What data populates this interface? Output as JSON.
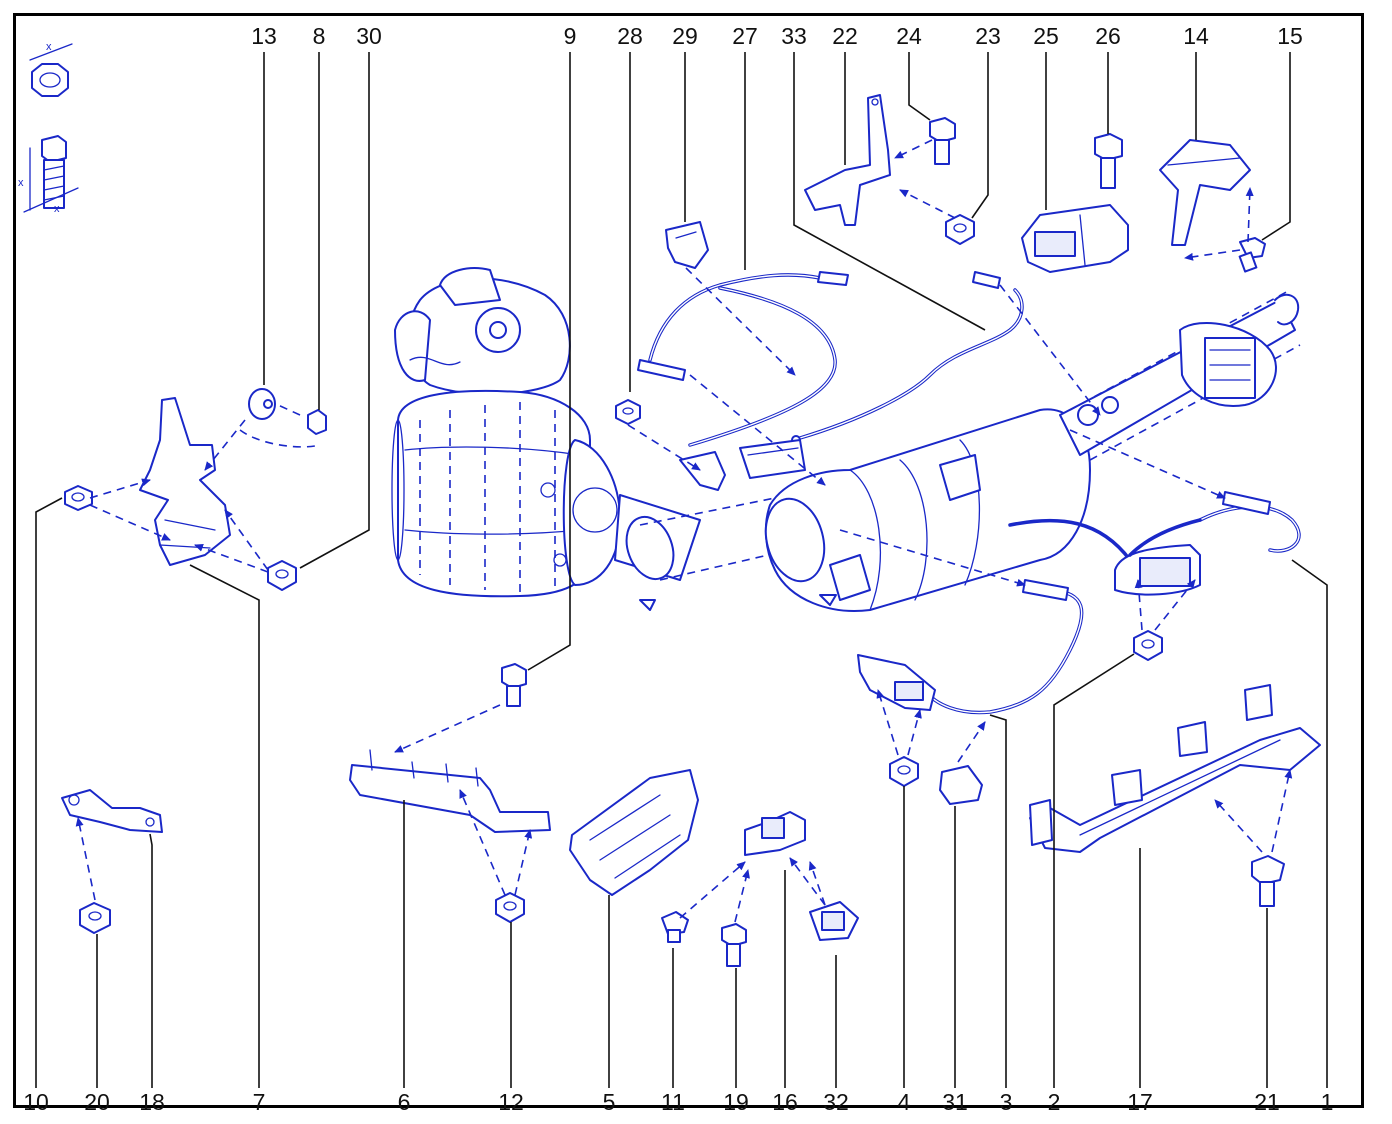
{
  "diagram": {
    "top_labels": [
      "13",
      "8",
      "30",
      "9",
      "28",
      "29",
      "27",
      "33",
      "22",
      "24",
      "23",
      "25",
      "26",
      "14",
      "15"
    ],
    "bottom_labels": [
      "10",
      "20",
      "18",
      "7",
      "6",
      "12",
      "5",
      "11",
      "19",
      "16",
      "32",
      "4",
      "31",
      "3",
      "2",
      "17",
      "21",
      "1"
    ],
    "legend": {
      "x_mark": "x"
    },
    "colors": {
      "line": "#1a28c8",
      "label": "#111111",
      "frame": "#000000",
      "background": "#ffffff"
    }
  }
}
